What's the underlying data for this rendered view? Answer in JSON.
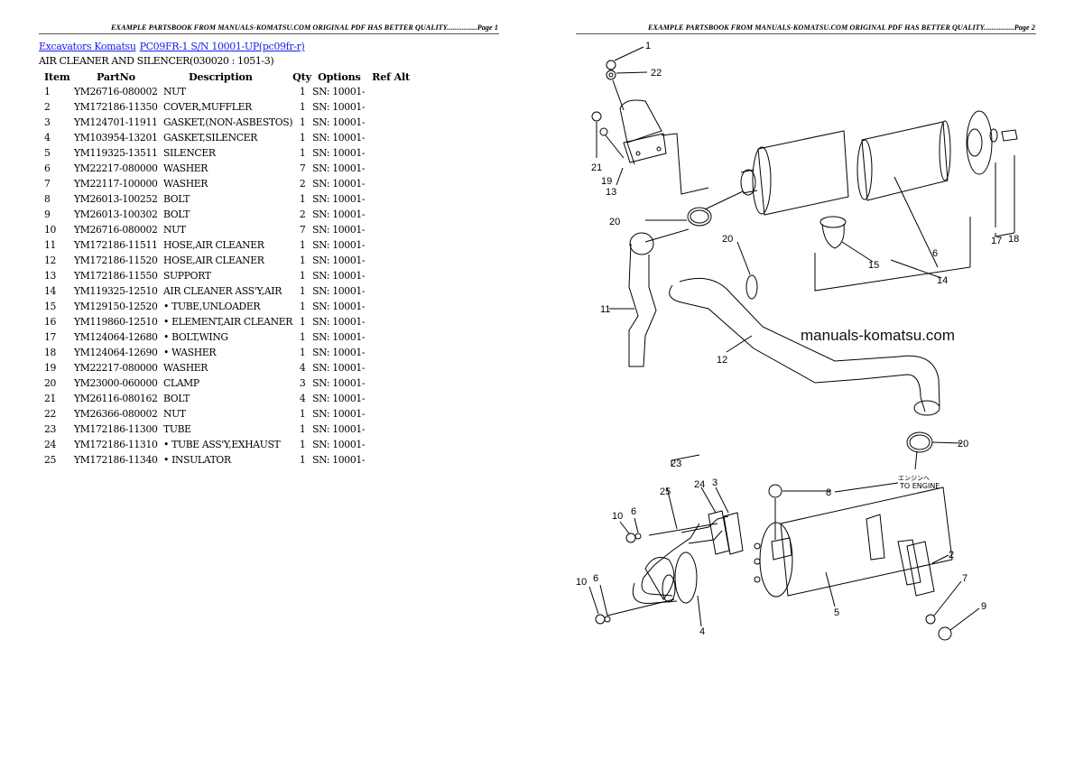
{
  "pages": [
    {
      "header": "EXAMPLE PARTSBOOK FROM MANUALS-KOMATSU.COM ORIGINAL PDF HAS BETTER QUALITY................Page 1"
    },
    {
      "header": "EXAMPLE PARTSBOOK FROM MANUALS-KOMATSU.COM ORIGINAL PDF HAS BETTER QUALITY................Page 2"
    }
  ],
  "breadcrumb": {
    "link1": "Excavators Komatsu",
    "link2": "PC09FR-1 S/N 10001-UP(pc09fr-r)"
  },
  "section_title": "AIR CLEANER AND SILENCER(030020 : 1051-3)",
  "table": {
    "headers": {
      "item": "Item",
      "partno": "PartNo",
      "description": "Description",
      "qty": "Qty",
      "options": "Options",
      "ref_alt": "Ref Alt"
    },
    "rows": [
      {
        "item": "1",
        "partno": "YM26716-080002",
        "description": "NUT",
        "qty": "1",
        "options": "SN: 10001-"
      },
      {
        "item": "2",
        "partno": "YM172186-11350",
        "description": "COVER,MUFFLER",
        "qty": "1",
        "options": "SN: 10001-"
      },
      {
        "item": "3",
        "partno": "YM124701-11911",
        "description": "GASKET,(NON-ASBESTOS)",
        "qty": "1",
        "options": "SN: 10001-"
      },
      {
        "item": "4",
        "partno": "YM103954-13201",
        "description": "GASKET,SILENCER",
        "qty": "1",
        "options": "SN: 10001-"
      },
      {
        "item": "5",
        "partno": "YM119325-13511",
        "description": "SILENCER",
        "qty": "1",
        "options": "SN: 10001-"
      },
      {
        "item": "6",
        "partno": "YM22217-080000",
        "description": "WASHER",
        "qty": "7",
        "options": "SN: 10001-"
      },
      {
        "item": "7",
        "partno": "YM22117-100000",
        "description": "WASHER",
        "qty": "2",
        "options": "SN: 10001-"
      },
      {
        "item": "8",
        "partno": "YM26013-100252",
        "description": "BOLT",
        "qty": "1",
        "options": "SN: 10001-"
      },
      {
        "item": "9",
        "partno": "YM26013-100302",
        "description": "BOLT",
        "qty": "2",
        "options": "SN: 10001-"
      },
      {
        "item": "10",
        "partno": "YM26716-080002",
        "description": "NUT",
        "qty": "7",
        "options": "SN: 10001-"
      },
      {
        "item": "11",
        "partno": "YM172186-11511",
        "description": "HOSE,AIR CLEANER",
        "qty": "1",
        "options": "SN: 10001-"
      },
      {
        "item": "12",
        "partno": "YM172186-11520",
        "description": "HOSE,AIR CLEANER",
        "qty": "1",
        "options": "SN: 10001-"
      },
      {
        "item": "13",
        "partno": "YM172186-11550",
        "description": "SUPPORT",
        "qty": "1",
        "options": "SN: 10001-"
      },
      {
        "item": "14",
        "partno": "YM119325-12510",
        "description": "AIR CLEANER ASS'Y,AIR",
        "qty": "1",
        "options": "SN: 10001-"
      },
      {
        "item": "15",
        "partno": "YM129150-12520",
        "description": "• TUBE,UNLOADER",
        "qty": "1",
        "options": "SN: 10001-"
      },
      {
        "item": "16",
        "partno": "YM119860-12510",
        "description": "• ELEMENT,AIR CLEANER",
        "qty": "1",
        "options": "SN: 10001-"
      },
      {
        "item": "17",
        "partno": "YM124064-12680",
        "description": "• BOLT,WING",
        "qty": "1",
        "options": "SN: 10001-"
      },
      {
        "item": "18",
        "partno": "YM124064-12690",
        "description": "• WASHER",
        "qty": "1",
        "options": "SN: 10001-"
      },
      {
        "item": "19",
        "partno": "YM22217-080000",
        "description": "WASHER",
        "qty": "4",
        "options": "SN: 10001-"
      },
      {
        "item": "20",
        "partno": "YM23000-060000",
        "description": "CLAMP",
        "qty": "3",
        "options": "SN: 10001-"
      },
      {
        "item": "21",
        "partno": "YM26116-080162",
        "description": "BOLT",
        "qty": "4",
        "options": "SN: 10001-"
      },
      {
        "item": "22",
        "partno": "YM26366-080002",
        "description": "NUT",
        "qty": "1",
        "options": "SN: 10001-"
      },
      {
        "item": "23",
        "partno": "YM172186-11300",
        "description": "TUBE",
        "qty": "1",
        "options": "SN: 10001-"
      },
      {
        "item": "24",
        "partno": "YM172186-11310",
        "description": "• TUBE ASS'Y,EXHAUST",
        "qty": "1",
        "options": "SN: 10001-"
      },
      {
        "item": "25",
        "partno": "YM172186-11340",
        "description": "• INSULATOR",
        "qty": "1",
        "options": "SN: 10001-"
      }
    ]
  },
  "diagram": {
    "watermark": "manuals-komatsu.com",
    "to_engine_jp": "エンジンへ",
    "to_engine": "TO ENGINE",
    "callouts": {
      "c1": "1",
      "c22": "22",
      "c21": "21",
      "c19": "19",
      "c13": "13",
      "c20a": "20",
      "c20b": "20",
      "c20c": "20",
      "c11": "11",
      "c12": "12",
      "c15": "15",
      "c6top": "6",
      "c14": "14",
      "c17": "17",
      "c18": "18",
      "c23": "23",
      "c25": "25",
      "c24": "24",
      "c3": "3",
      "c8": "8",
      "c10a": "10",
      "c6a": "6",
      "c10b": "10",
      "c6b": "6",
      "c4": "4",
      "c5": "5",
      "c2": "2",
      "c7": "7",
      "c9": "9"
    }
  }
}
